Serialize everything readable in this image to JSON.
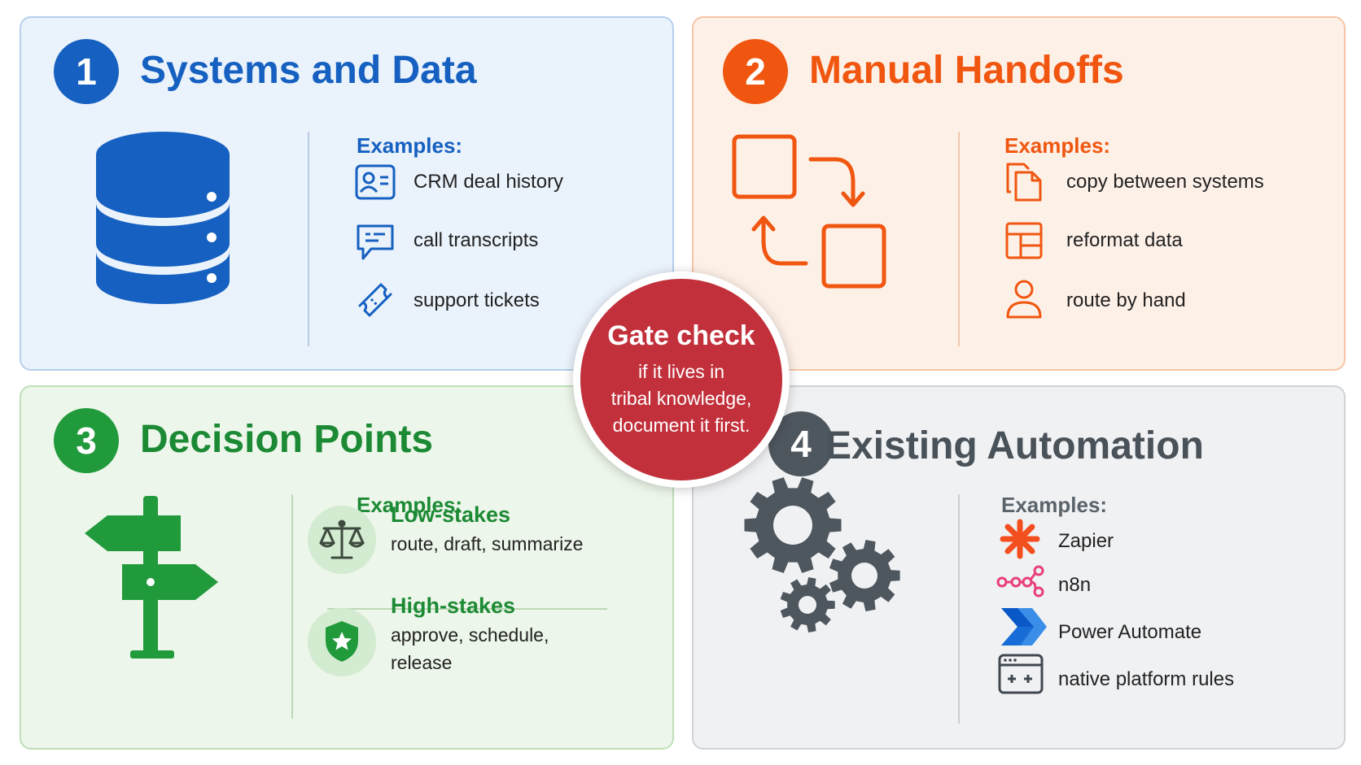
{
  "panels": {
    "systems": {
      "number": "1",
      "title": "Systems and Data",
      "examples_label": "Examples:",
      "color": "#1560c0",
      "items": [
        {
          "icon": "contact-card-icon",
          "label": "CRM deal history"
        },
        {
          "icon": "chat-bubble-icon",
          "label": "call transcripts"
        },
        {
          "icon": "ticket-icon",
          "label": "support tickets"
        }
      ],
      "illustration": "database-icon"
    },
    "handoffs": {
      "number": "2",
      "title": "Manual Handoffs",
      "examples_label": "Examples:",
      "color": "#f0560f",
      "items": [
        {
          "icon": "copy-documents-icon",
          "label": "copy between systems"
        },
        {
          "icon": "table-layout-icon",
          "label": "reformat data"
        },
        {
          "icon": "person-icon",
          "label": "route by hand"
        }
      ],
      "illustration": "handoff-arrows-icon"
    },
    "decisions": {
      "number": "3",
      "title": "Decision Points",
      "examples_label": "Examples:",
      "color": "#1c8a34",
      "items": [
        {
          "icon": "scale-icon",
          "title": "Low-stakes",
          "description": "route, draft, summarize"
        },
        {
          "icon": "shield-star-icon",
          "title": "High-stakes",
          "description": "approve, schedule, release"
        }
      ],
      "illustration": "signpost-icon"
    },
    "automation": {
      "number": "4",
      "title": "Existing Automation",
      "examples_label": "Examples:",
      "color": "#4e565e",
      "items": [
        {
          "icon": "zapier-icon",
          "label": "Zapier"
        },
        {
          "icon": "n8n-icon",
          "label": "n8n"
        },
        {
          "icon": "power-automate-icon",
          "label": "Power Automate"
        },
        {
          "icon": "browser-rules-icon",
          "label": "native platform rules"
        }
      ],
      "illustration": "gears-icon"
    }
  },
  "gate": {
    "title": "Gate check",
    "lines": [
      "if it lives in",
      "tribal knowledge,",
      "document it first."
    ],
    "color": "#c2303b"
  }
}
